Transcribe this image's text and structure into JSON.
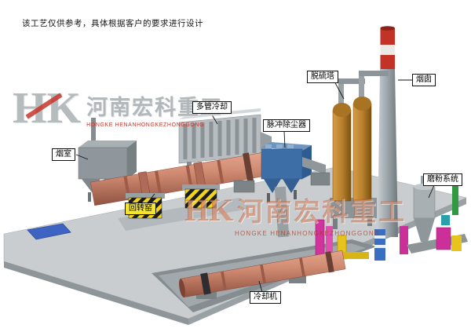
{
  "disclaimer": "该工艺仅供参考，具体根据客户的要求进行设计",
  "watermark": {
    "logo": "HK",
    "company_cn": "河南宏科重工",
    "company_en": "HONGKE HENANHONGKEZHONGGONG"
  },
  "labels": {
    "smoke_chamber": "烟室",
    "rotary_kiln": "回转窑",
    "multi_tube_cooler": "多管冷却",
    "pulse_dust_collector": "脉冲除尘器",
    "desulfurization_tower": "脱硫塔",
    "chimney": "烟囱",
    "grinding_system": "磨粉系统",
    "cooling_machine": "冷却机"
  },
  "colors": {
    "kiln_body": "#cf8a74",
    "dust_collector_blue": "#3e6ea6",
    "desulfurization_tower_orange": "#b8812e",
    "chimney_band_red": "#c23226",
    "chimney_body_gray": "#99a2a7",
    "platform_gray": "#c9cdcf",
    "kiln_label_yellow": "#f2e431",
    "watermark_red": "#c8352a",
    "piping_magenta": "#d0339b",
    "piping_yellow": "#e6c41c",
    "piping_green": "#2f9a40"
  }
}
